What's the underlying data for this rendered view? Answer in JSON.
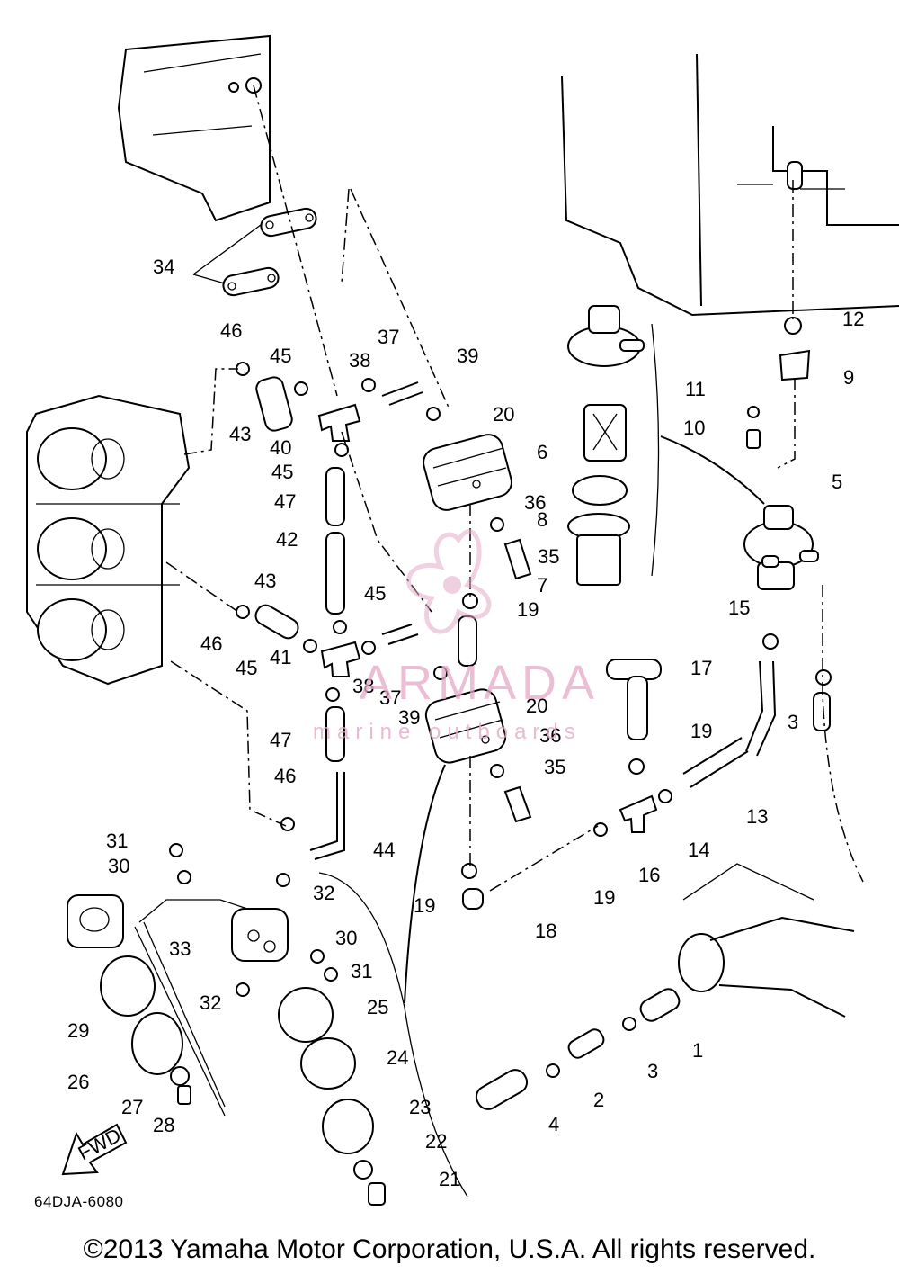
{
  "diagram": {
    "drawing_code": "64DJA-6080",
    "copyright": "©2013 Yamaha Motor Corporation, U.S.A. All rights reserved.",
    "direction_label": "FWD",
    "watermark": {
      "title": "ARMADA",
      "subtitle": "marine outboards",
      "color": "#e5a9c9"
    },
    "callouts": [
      "1",
      "2",
      "3",
      "3",
      "4",
      "5",
      "6",
      "7",
      "8",
      "9",
      "10",
      "11",
      "12",
      "13",
      "14",
      "15",
      "16",
      "17",
      "18",
      "19",
      "19",
      "19",
      "19",
      "20",
      "20",
      "21",
      "22",
      "23",
      "24",
      "25",
      "26",
      "27",
      "28",
      "29",
      "30",
      "30",
      "31",
      "31",
      "32",
      "32",
      "33",
      "34",
      "35",
      "35",
      "36",
      "36",
      "37",
      "37",
      "38",
      "38",
      "39",
      "39",
      "40",
      "41",
      "42",
      "43",
      "43",
      "44",
      "45",
      "45",
      "45",
      "45",
      "46",
      "46",
      "46",
      "47",
      "47"
    ]
  }
}
